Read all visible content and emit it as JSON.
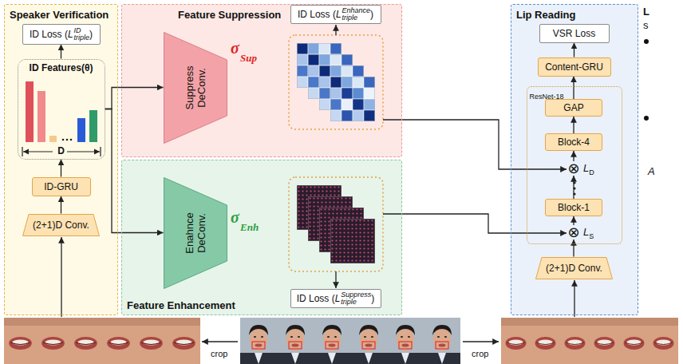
{
  "diagram": {
    "nodes": [
      {
        "text": [
          "Speaker Verification"
        ]
      },
      {
        "text": [
          "ID Loss (",
          "L",
          "ID",
          "triple",
          ")"
        ],
        "in": 0
      },
      {
        "text": [
          "ID Features(θ)",
          "D"
        ],
        "in": 0
      },
      {
        "text": [
          "ID-GRU"
        ],
        "in": 0
      },
      {
        "text": [
          "(2+1)D Conv."
        ],
        "in": 0
      },
      {
        "text": [
          "Feature Suppression"
        ]
      },
      {
        "text": [
          "ID Loss (",
          "L",
          "Enhance",
          "triple",
          ")"
        ],
        "in": 5
      },
      {
        "text": [
          "Suppress DeConv."
        ],
        "in": 5
      },
      {
        "text": [
          "Feature Enhancement"
        ]
      },
      {
        "text": [
          "Enahnce DeConv."
        ],
        "in": 8
      },
      {
        "text": [
          "ID Loss (",
          "L",
          "Suppress",
          "triple",
          ")"
        ],
        "in": 8
      },
      {
        "text": [
          "Lip Reading"
        ]
      },
      {
        "text": [
          "VSR Loss"
        ],
        "in": 11
      },
      {
        "text": [
          "Content-GRU"
        ],
        "in": 11
      },
      {
        "text": [
          "ResNet-18"
        ],
        "in": 11
      },
      {
        "text": [
          "GAP"
        ],
        "in": 14
      },
      {
        "text": [
          "Block-4"
        ],
        "in": 14
      },
      {
        "text": [
          "⊗",
          "L",
          "D"
        ],
        "in": 14
      },
      {
        "text": [
          "Block-1"
        ],
        "in": 14
      },
      {
        "text": [
          "⊗",
          "L",
          "S"
        ],
        "in": 14
      },
      {
        "text": [
          "(2+1)D Conv."
        ],
        "in": 11
      }
    ],
    "edges": [
      {
        "from": 4,
        "to": 3,
        "arrow": "to"
      },
      {
        "from": 3,
        "to": 2,
        "arrow": "to"
      },
      {
        "from": 2,
        "to": 1,
        "arrow": "to"
      },
      {
        "from": 2,
        "to": 7,
        "arrow": "to"
      },
      {
        "from": 2,
        "to": 9,
        "arrow": "to"
      },
      {
        "from": 20,
        "to": 19,
        "arrow": "to"
      },
      {
        "from": 19,
        "to": 18,
        "arrow": "to"
      },
      {
        "from": 18,
        "to": 17,
        "arrow": "to"
      },
      {
        "from": 17,
        "to": 16,
        "arrow": "to"
      },
      {
        "from": 16,
        "to": 15,
        "arrow": "to"
      },
      {
        "from": 15,
        "to": 13,
        "arrow": "to"
      },
      {
        "from": 13,
        "to": 12,
        "arrow": "to"
      }
    ],
    "labels": [
      "σ",
      "Sup",
      "σ",
      "Enh",
      "crop",
      "crop",
      "L",
      "s",
      "A"
    ]
  }
}
